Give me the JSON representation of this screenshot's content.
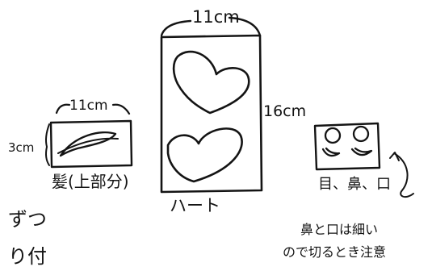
{
  "colors": {
    "ink": "#141414",
    "paper": "#ffffff"
  },
  "heart_piece": {
    "width_label": "11cm",
    "height_label": "16cm",
    "caption": "ハート"
  },
  "hair_piece": {
    "width_label": "11cm",
    "height_label": "3cm",
    "caption": "髪(上部分)"
  },
  "face_piece": {
    "caption": "目、鼻、口",
    "note_line1": "鼻と口は細い",
    "note_line2": "ので切るとき注意"
  },
  "partial_left_text": {
    "line1": "ずつ",
    "line2": "り付"
  }
}
